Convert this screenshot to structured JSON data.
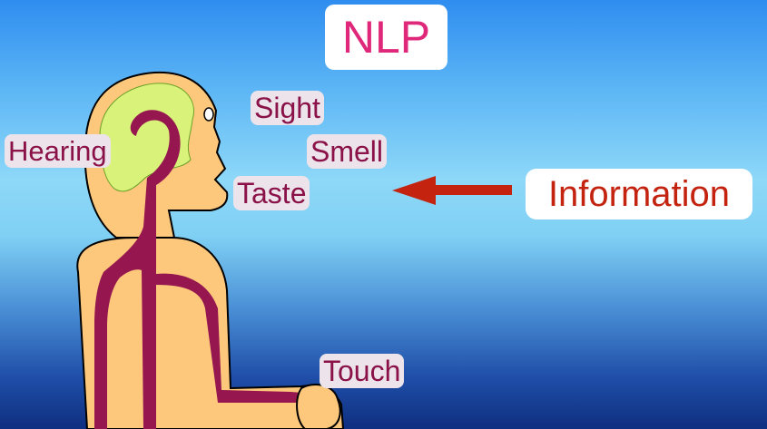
{
  "title": "NLP",
  "information_label": "Information",
  "senses": {
    "sight": "Sight",
    "smell": "Smell",
    "hearing": "Hearing",
    "taste": "Taste",
    "touch": "Touch"
  },
  "colors": {
    "title_text": "#e0287a",
    "information_text": "#c4230f",
    "sense_text": "#8a1248",
    "label_background": "#ece4ea",
    "skin": "#fdc87b",
    "brain": "#d8f27a",
    "nerve": "#96174f",
    "arrow": "#c4230f"
  }
}
